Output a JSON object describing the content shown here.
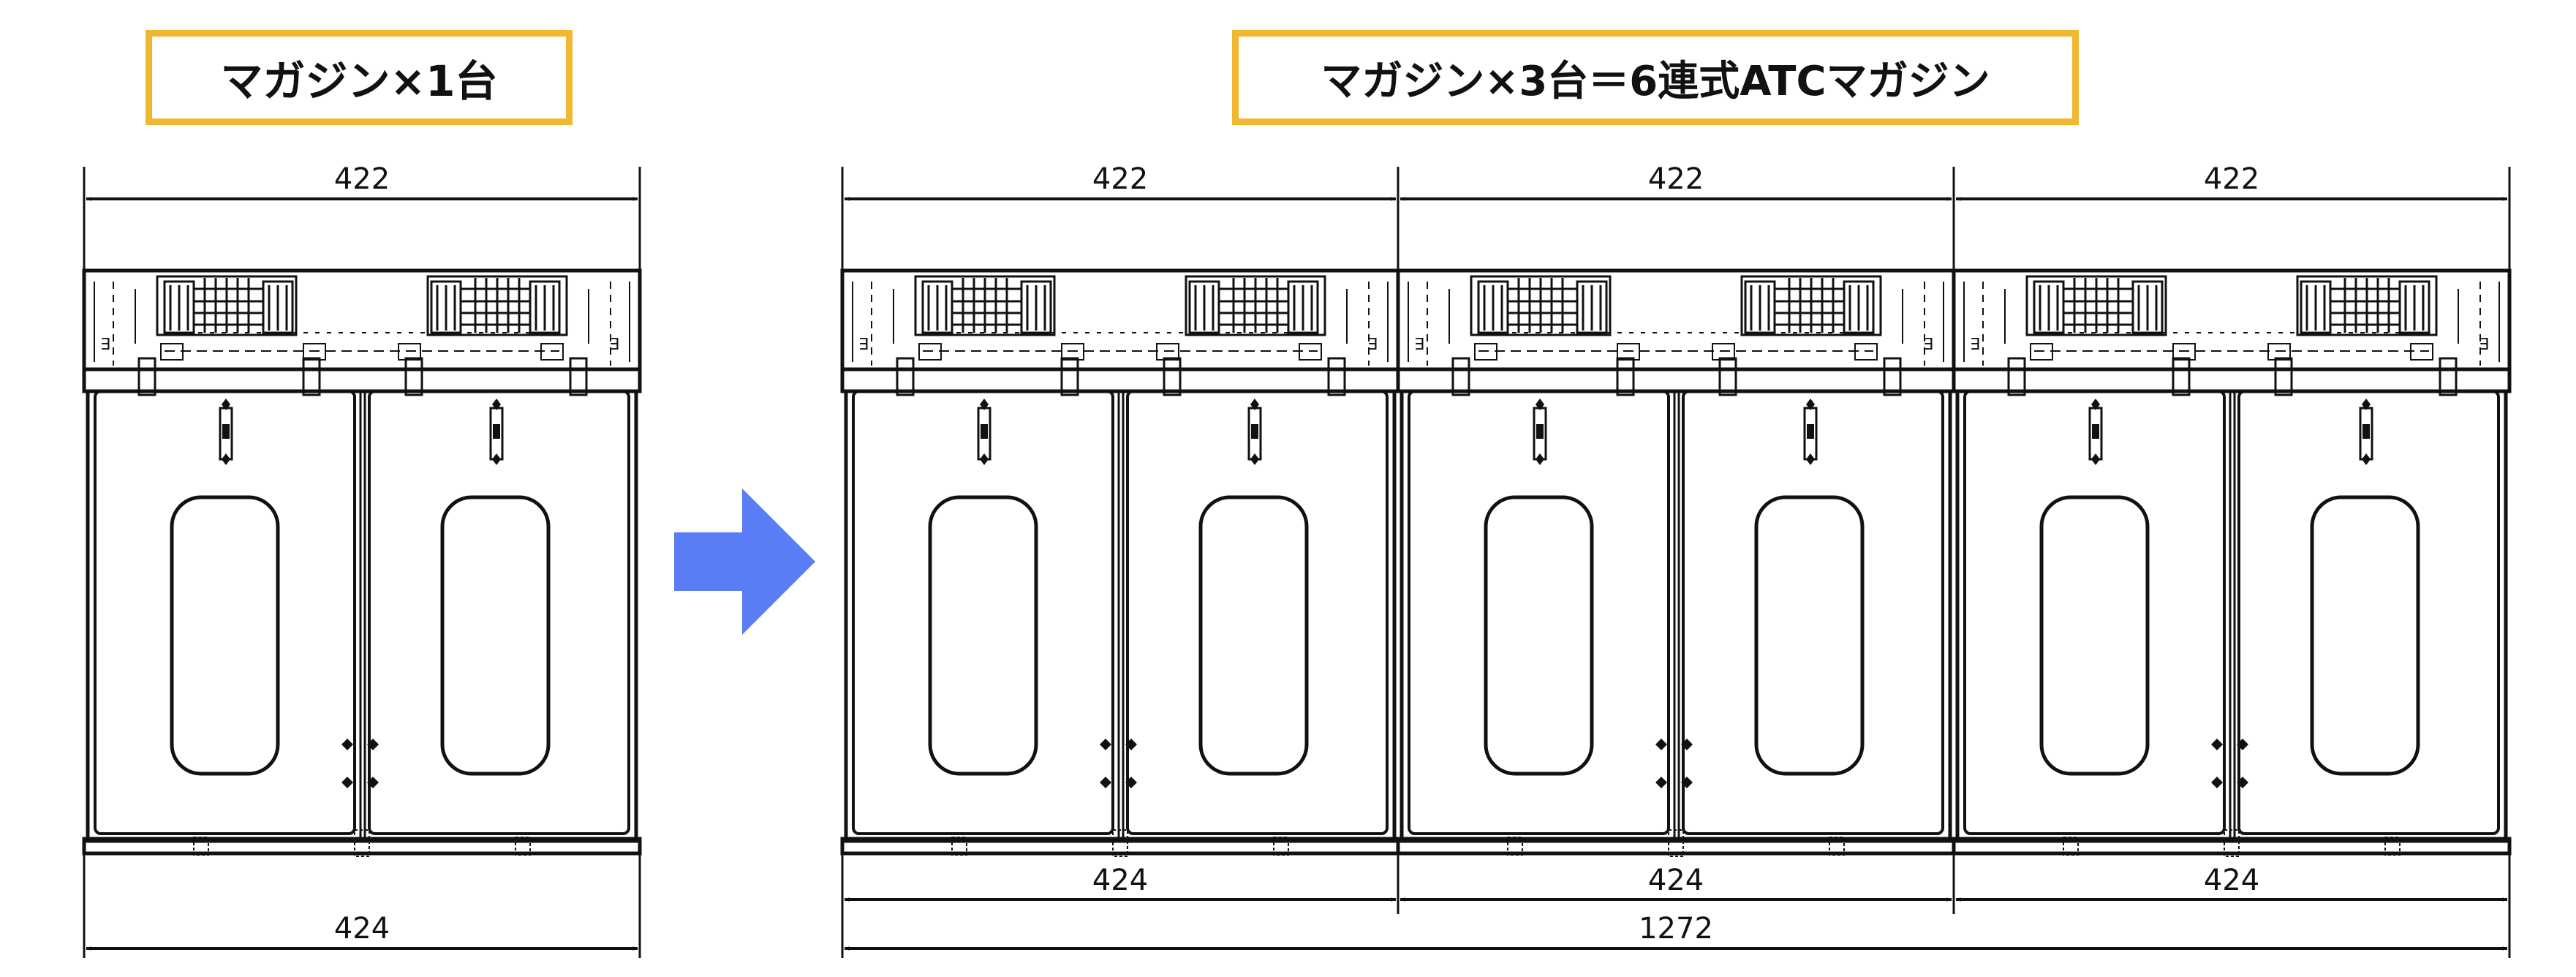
{
  "titles": {
    "single": "マガジン×1台",
    "triple": "マガジン×3台＝6連式ATCマガジン"
  },
  "colors": {
    "title_border": "#f2b731",
    "arrow": "#5a7cf4",
    "line": "#111111"
  },
  "icons": {
    "arrow": "right-arrow-icon"
  },
  "single_unit": {
    "top_dimension": "422",
    "bottom_dimension": "424"
  },
  "triple_unit": {
    "top_dimensions": [
      "422",
      "422",
      "422"
    ],
    "segment_dimensions": [
      "424",
      "424",
      "424"
    ],
    "total_dimension": "1272"
  }
}
